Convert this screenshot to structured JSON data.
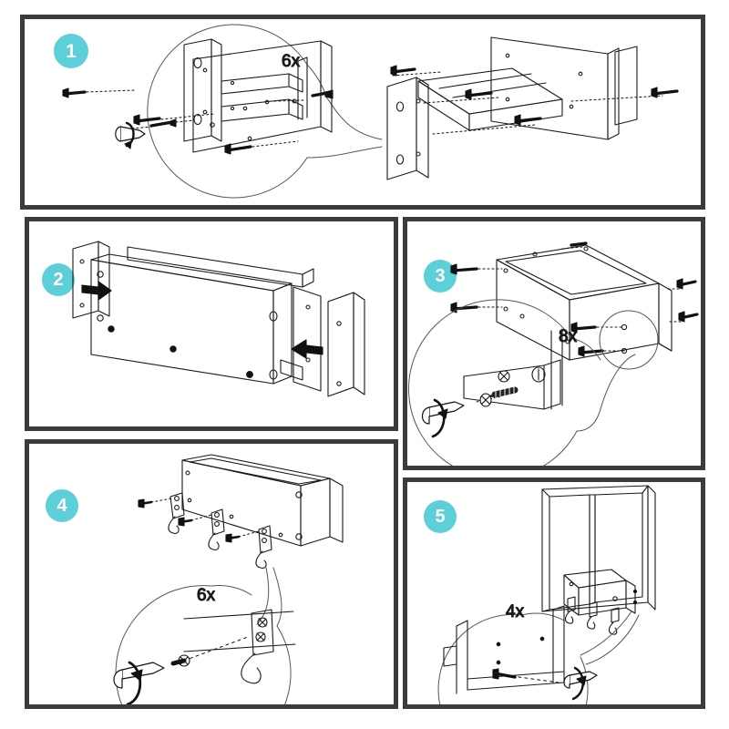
{
  "document": {
    "type": "furniture-assembly-instructions",
    "background_color": "#ffffff",
    "panel_border_color": "#3b3b3b",
    "badge_color": "#5ccfd8",
    "badge_text_color": "#ffffff",
    "line_color": "#1a1a1a",
    "hardware_color": "#111111"
  },
  "steps": [
    {
      "number": "1",
      "badge": "1",
      "quantity_label": "6x",
      "detail_callout": true,
      "parts": [
        "side-panel-left",
        "side-panel-right",
        "shelf-board",
        "back-rail"
      ],
      "tools": [
        "screwdriver"
      ],
      "fasteners": "screw",
      "fastener_count": 6
    },
    {
      "number": "2",
      "badge": "2",
      "quantity_label": "",
      "detail_callout": false,
      "parts": [
        "back-panel",
        "side-panel-left",
        "side-panel-right"
      ],
      "tools": [],
      "fasteners": "none",
      "fastener_count": 0,
      "arrows": [
        "arrow-right",
        "arrow-left"
      ]
    },
    {
      "number": "3",
      "badge": "3",
      "quantity_label": "8x",
      "detail_callout": true,
      "parts": [
        "assembled-shelf-box"
      ],
      "tools": [
        "screwdriver"
      ],
      "fasteners": "screw",
      "fastener_count": 8
    },
    {
      "number": "4",
      "badge": "4",
      "quantity_label": "6x",
      "detail_callout": true,
      "parts": [
        "assembled-shelf-box",
        "coat-hook",
        "coat-hook",
        "coat-hook"
      ],
      "tools": [
        "screwdriver"
      ],
      "fasteners": "screw",
      "fastener_count": 6
    },
    {
      "number": "5",
      "badge": "5",
      "quantity_label": "4x",
      "detail_callout": true,
      "parts": [
        "wall-mirror-frame",
        "assembled-shelf-unit"
      ],
      "tools": [
        "screwdriver"
      ],
      "fasteners": "screw",
      "fastener_count": 4
    }
  ]
}
